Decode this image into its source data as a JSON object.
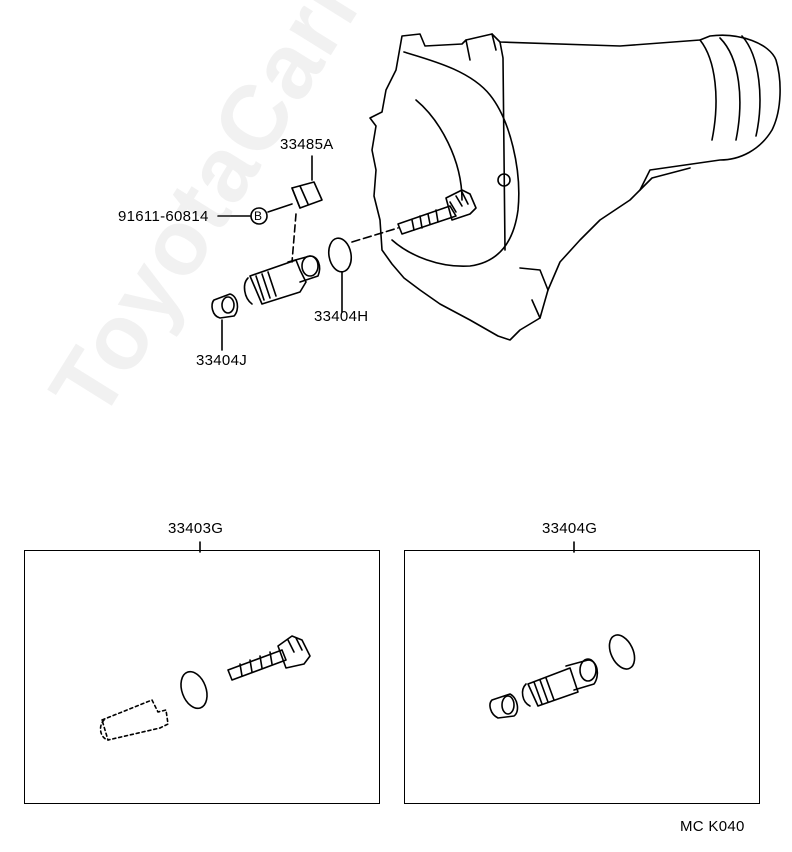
{
  "labels": {
    "p33485A": "33485A",
    "p91611": "91611-60814",
    "badge": "B",
    "p33404H": "33404H",
    "p33404J": "33404J",
    "p33403G": "33403G",
    "p33404G": "33404G",
    "code": "MC  K040"
  },
  "watermark": "ToyotaCarMine.ru"
}
